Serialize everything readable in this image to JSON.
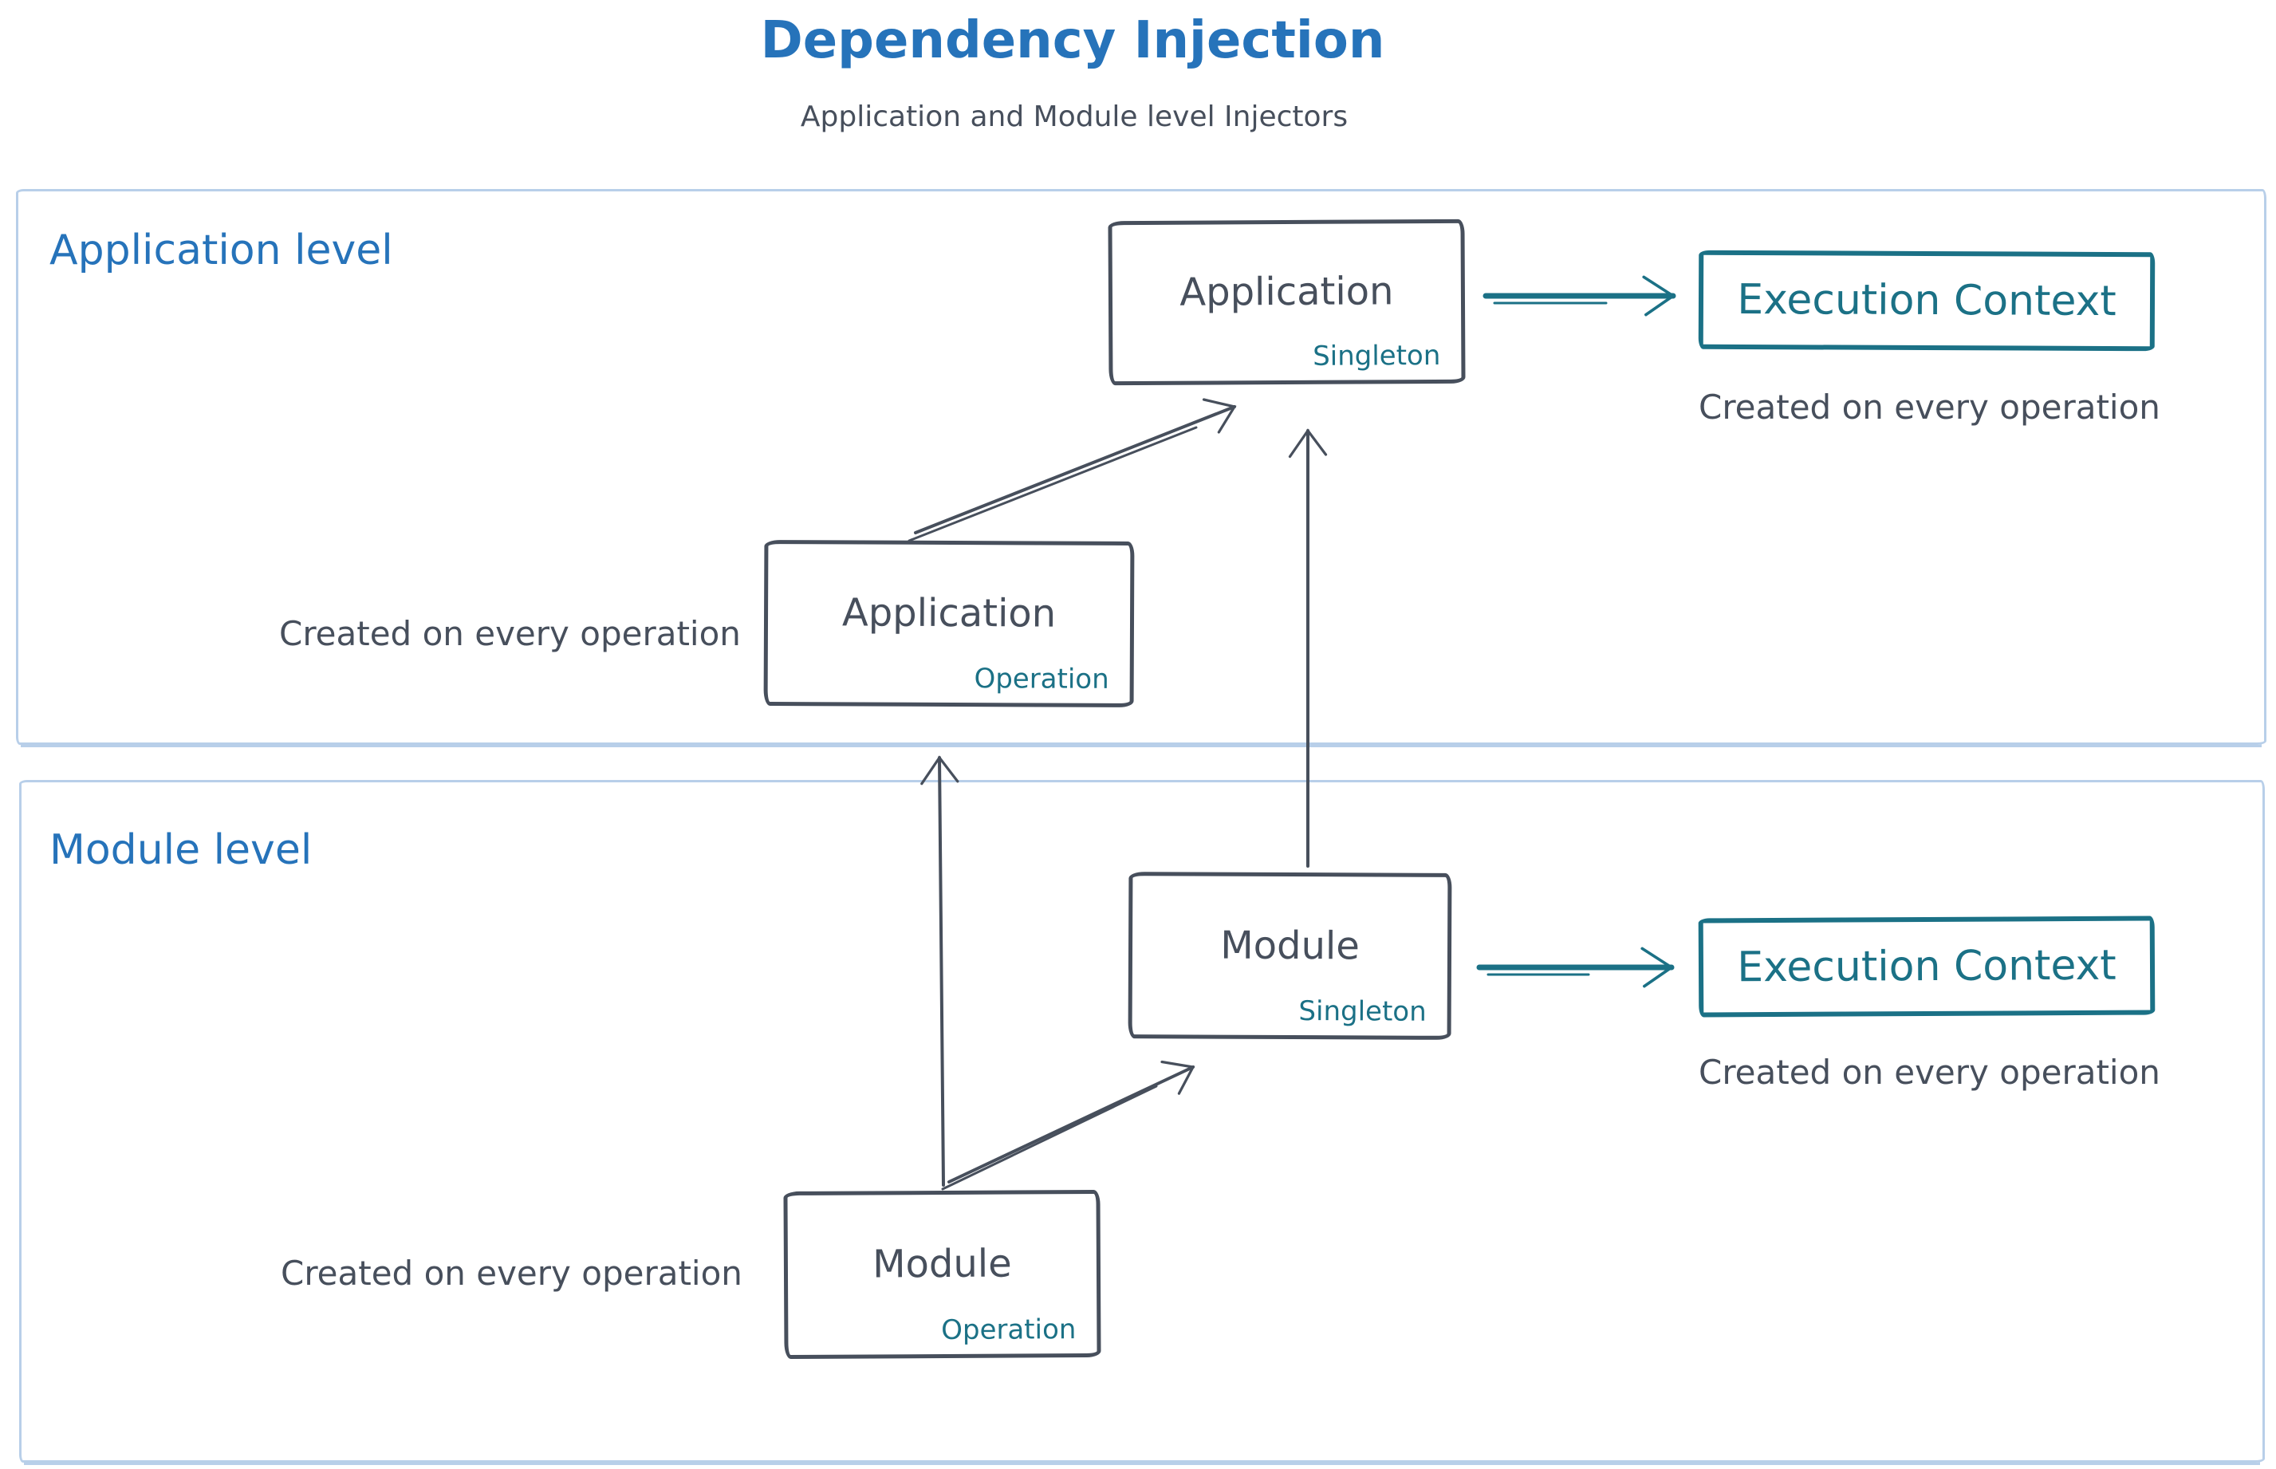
{
  "title": "Dependency Injection",
  "subtitle": "Application and Module level Injectors",
  "colors": {
    "blue": "#2673BA",
    "dark": "#474F5C",
    "teal": "#1B7186",
    "container": "#B8CFE9",
    "background": "#FFFFFF"
  },
  "app": {
    "section_label": "Application level",
    "singleton": {
      "name": "Application",
      "scope": "Singleton"
    },
    "operation": {
      "name": "Application",
      "scope": "Operation"
    },
    "operation_note": "Created on every operation",
    "execution": {
      "label": "Execution Context",
      "note": "Created on every operation"
    }
  },
  "module": {
    "section_label": "Module level",
    "singleton": {
      "name": "Module",
      "scope": "Singleton"
    },
    "operation": {
      "name": "Module",
      "scope": "Operation"
    },
    "operation_note": "Created on every operation",
    "execution": {
      "label": "Execution Context",
      "note": "Created on every operation"
    }
  }
}
